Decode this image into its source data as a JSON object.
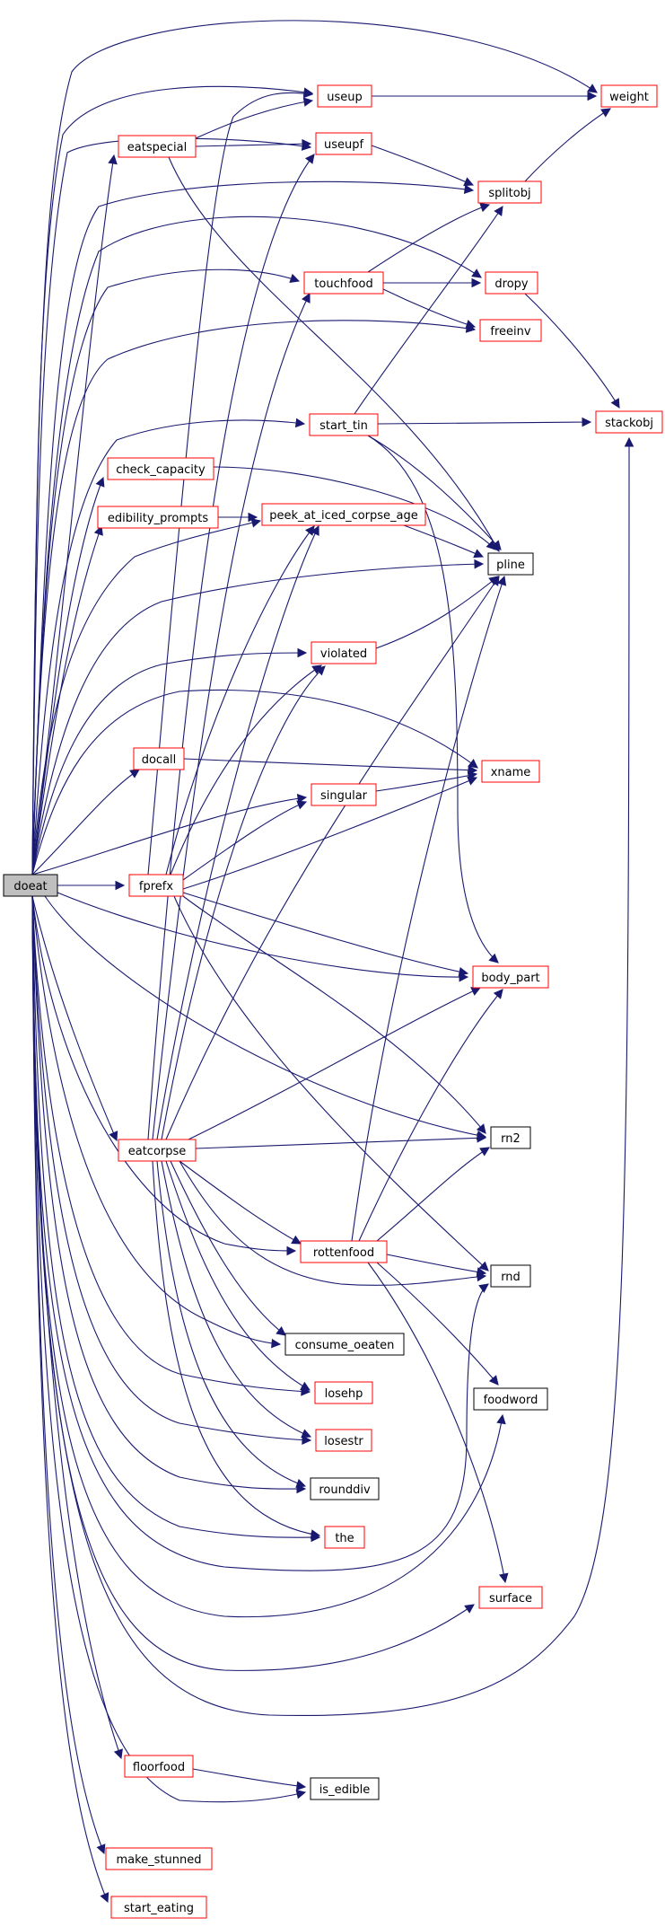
{
  "nodes": {
    "doeat": "doeat",
    "eatspecial": "eatspecial",
    "useup": "useup",
    "useupf": "useupf",
    "weight": "weight",
    "splitobj": "splitobj",
    "touchfood": "touchfood",
    "dropy": "dropy",
    "freeinv": "freeinv",
    "start_tin": "start_tin",
    "stackobj": "stackobj",
    "check_capacity": "check_capacity",
    "edibility_prompts": "edibility_prompts",
    "peek_at_iced_corpse_age": "peek_at_iced_corpse_age",
    "pline": "pline",
    "violated": "violated",
    "docall": "docall",
    "xname": "xname",
    "singular": "singular",
    "fprefx": "fprefx",
    "body_part": "body_part",
    "eatcorpse": "eatcorpse",
    "rn2": "rn2",
    "rottenfood": "rottenfood",
    "rnd": "rnd",
    "consume_oeaten": "consume_oeaten",
    "foodword": "foodword",
    "losehp": "losehp",
    "losestr": "losestr",
    "rounddiv": "rounddiv",
    "the": "the",
    "surface": "surface",
    "floorfood": "floorfood",
    "is_edible": "is_edible",
    "make_stunned": "make_stunned",
    "start_eating": "start_eating"
  },
  "colors": {
    "edge": "#191970",
    "node_border_red": "#ff0000",
    "node_border_black": "#000000",
    "root_fill": "#bfbfbf"
  }
}
